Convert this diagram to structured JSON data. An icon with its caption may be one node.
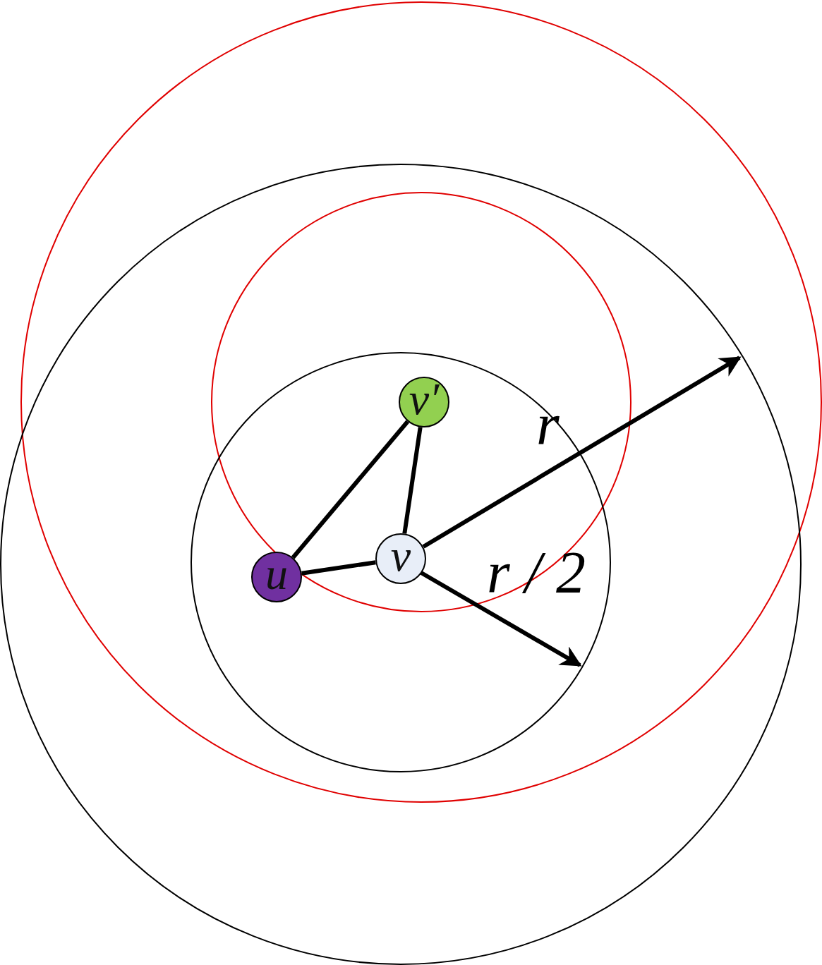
{
  "diagram": {
    "nodes": [
      {
        "text": [
          "v′"
        ]
      },
      {
        "text": [
          "u"
        ]
      },
      {
        "text": [
          "v"
        ]
      }
    ],
    "edges": [
      {
        "from": 1,
        "to": 0,
        "arrow": "none"
      },
      {
        "from": 0,
        "to": 2,
        "arrow": "none"
      },
      {
        "from": 1,
        "to": 2,
        "arrow": "none"
      }
    ],
    "labels": [
      "r",
      "r / 2"
    ]
  }
}
